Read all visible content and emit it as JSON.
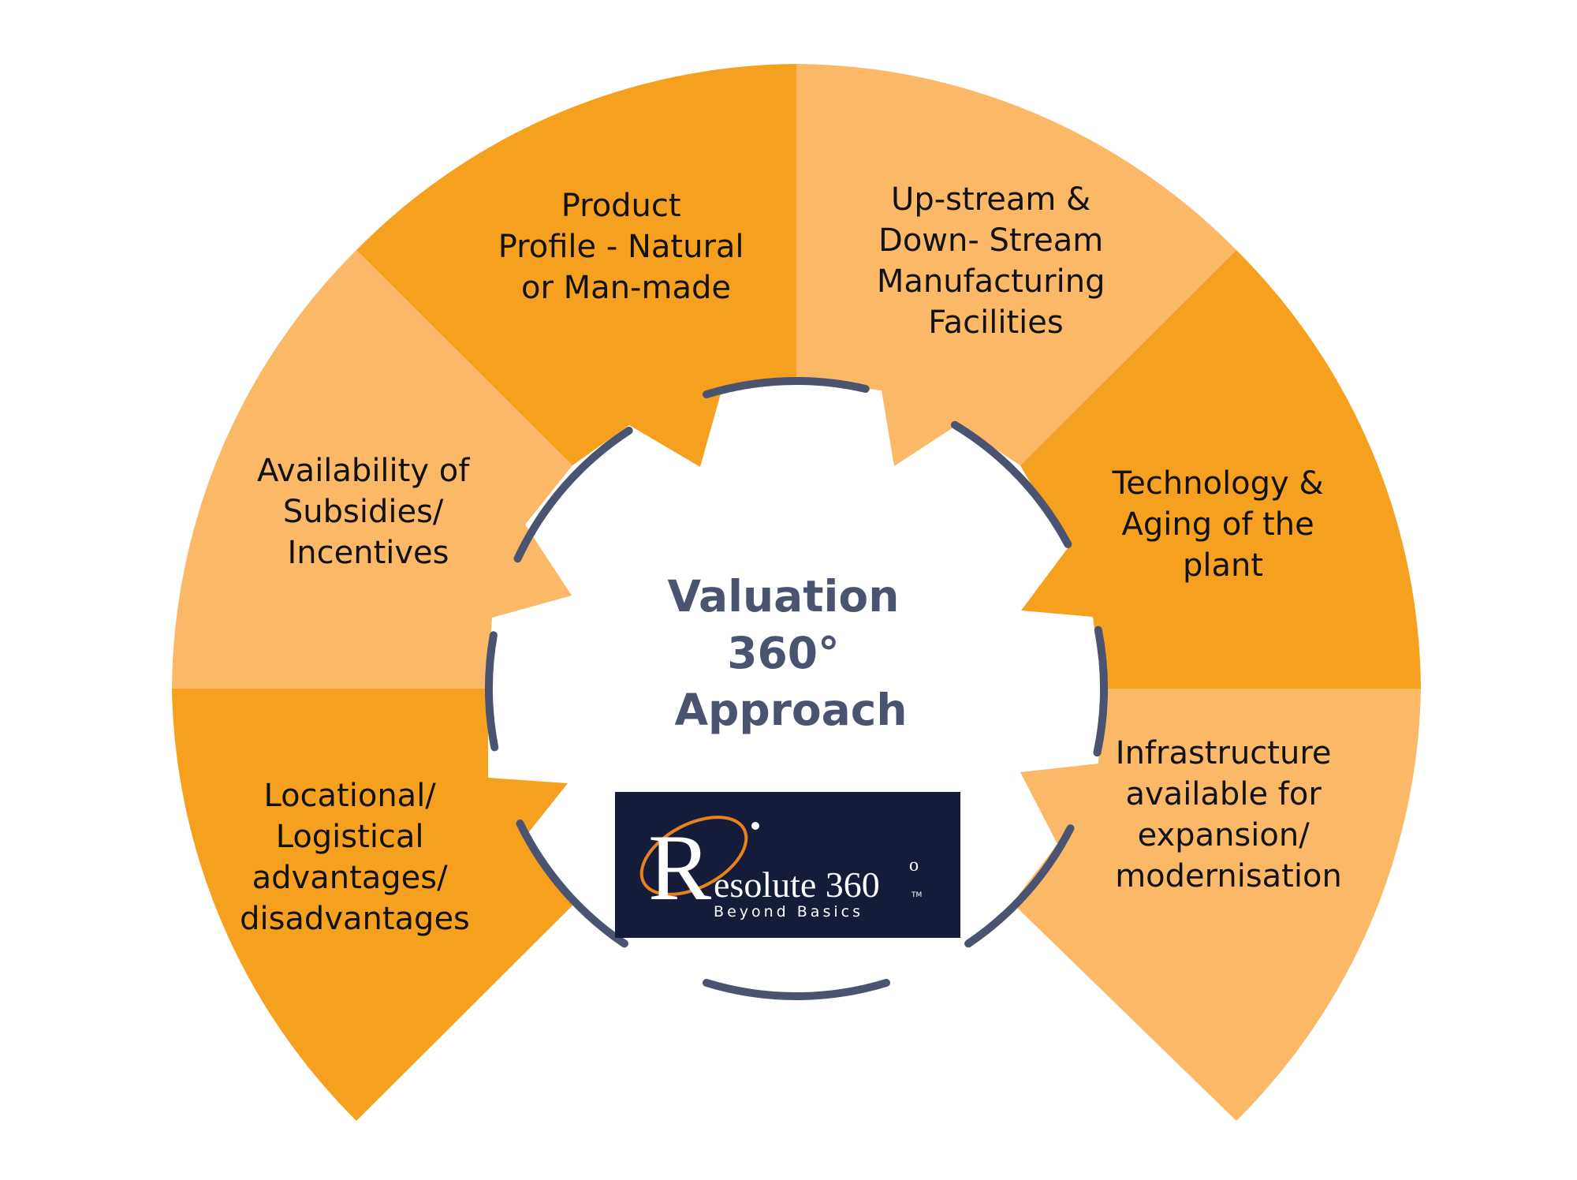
{
  "colors": {
    "dark_orange": "#F6A01F",
    "light_orange": "#FBB968",
    "ring": "#4A5470",
    "logo_background": "#141C3A",
    "logo_accent": "#E8821E"
  },
  "segments": [
    {
      "id": "locational",
      "color": "dark",
      "lines": [
        "Locational/",
        "Logistical",
        "advantages/",
        "disadvantages"
      ]
    },
    {
      "id": "subsidies",
      "color": "light",
      "lines": [
        "Availability of",
        "Subsidies/",
        "Incentives"
      ]
    },
    {
      "id": "product",
      "color": "dark",
      "lines": [
        "Product",
        "Profile - Natural",
        "or Man-made"
      ]
    },
    {
      "id": "upstream",
      "color": "light",
      "lines": [
        "Up-stream &",
        "Down- Stream",
        "Manufacturing",
        "Facilities"
      ]
    },
    {
      "id": "technology",
      "color": "dark",
      "lines": [
        "Technology &",
        "Aging of the",
        "plant"
      ]
    },
    {
      "id": "infrastructure",
      "color": "light",
      "lines": [
        "Infrastructure",
        "available for",
        "expansion/",
        "modernisation"
      ]
    }
  ],
  "center": {
    "title_lines": [
      "Valuation",
      "360°",
      "Approach"
    ]
  },
  "logo": {
    "r_letter": "R",
    "name": "esolute 360",
    "degree": "o",
    "trademark": "TM",
    "tagline": "Beyond Basics"
  }
}
